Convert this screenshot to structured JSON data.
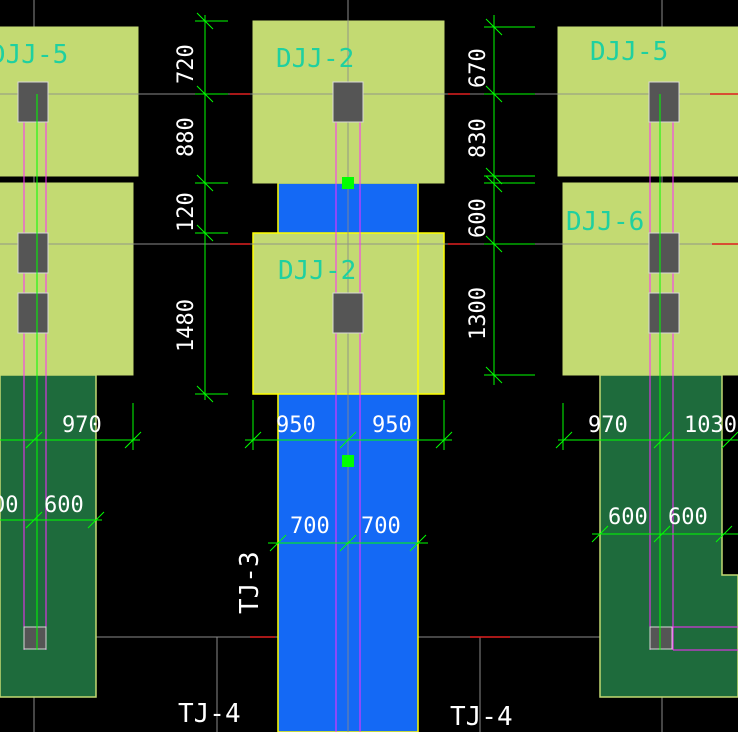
{
  "colors": {
    "background": "#000000",
    "footing_fill": "#c3da72",
    "pad_green": "#1e6b3c",
    "beam_blue": "#1469f5",
    "column": "#555555",
    "dimension_line": "#00ff00",
    "grid_line": "#8a8a8a",
    "rebar_line": "#ff2aff",
    "label_cyan": "#1fd0a0",
    "text_white": "#ffffff"
  },
  "footings": {
    "top_left": "DJJ-5",
    "top_middle": "DJJ-2",
    "mid_middle": "DJJ-2",
    "top_right": "DJJ-5",
    "mid_right": "DJJ-6"
  },
  "strip_footings": {
    "vertical_middle": "TJ-3",
    "bottom_left": "TJ-4",
    "bottom_right": "TJ-4"
  },
  "dimensions": {
    "left_column": [
      "720",
      "880",
      "120",
      "1480"
    ],
    "right_column": [
      "670",
      "830",
      "600",
      "1300"
    ],
    "middle_top": [
      "950",
      "950"
    ],
    "middle_bottom": [
      "700",
      "700"
    ],
    "left_pad_top": "970",
    "left_pad_bottom": [
      "00",
      "600"
    ],
    "right_pad_top": [
      "970",
      "1030"
    ],
    "right_pad_bottom": [
      "600",
      "600"
    ]
  },
  "icons": {
    "grip": "green-square-grip-icon",
    "column": "column-block-icon"
  }
}
